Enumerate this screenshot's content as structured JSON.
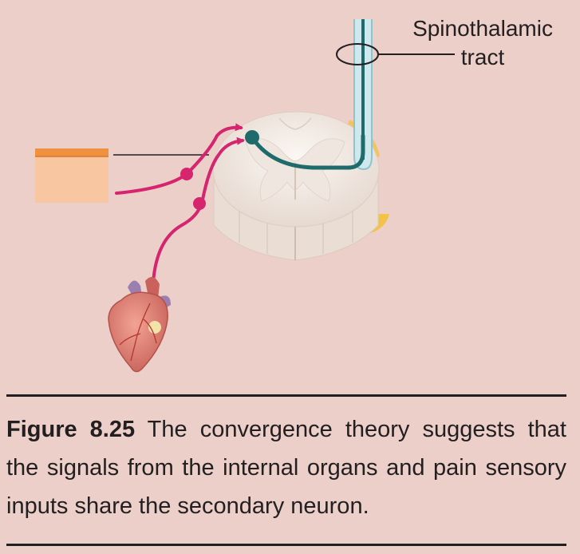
{
  "diagram": {
    "labels": {
      "spinothalamic_line1": "Spinothalamic",
      "spinothalamic_line2": "tract"
    },
    "colors": {
      "background": "#ebcfc8",
      "afferent_fibers": "#d6246e",
      "secondary_neuron": "#1f6b6b",
      "spinal_cord": "#f4ece6",
      "skin_surface": "#f0913f",
      "skin_tissue": "#f8c6a0",
      "nerve_root": "#f3c24a",
      "tract": "#cfe8ee"
    }
  },
  "caption": {
    "figure_number": "Figure 8.25",
    "text": " The convergence theory suggests that the signals from the internal organs and pain sensory inputs share the secondary neuron."
  }
}
